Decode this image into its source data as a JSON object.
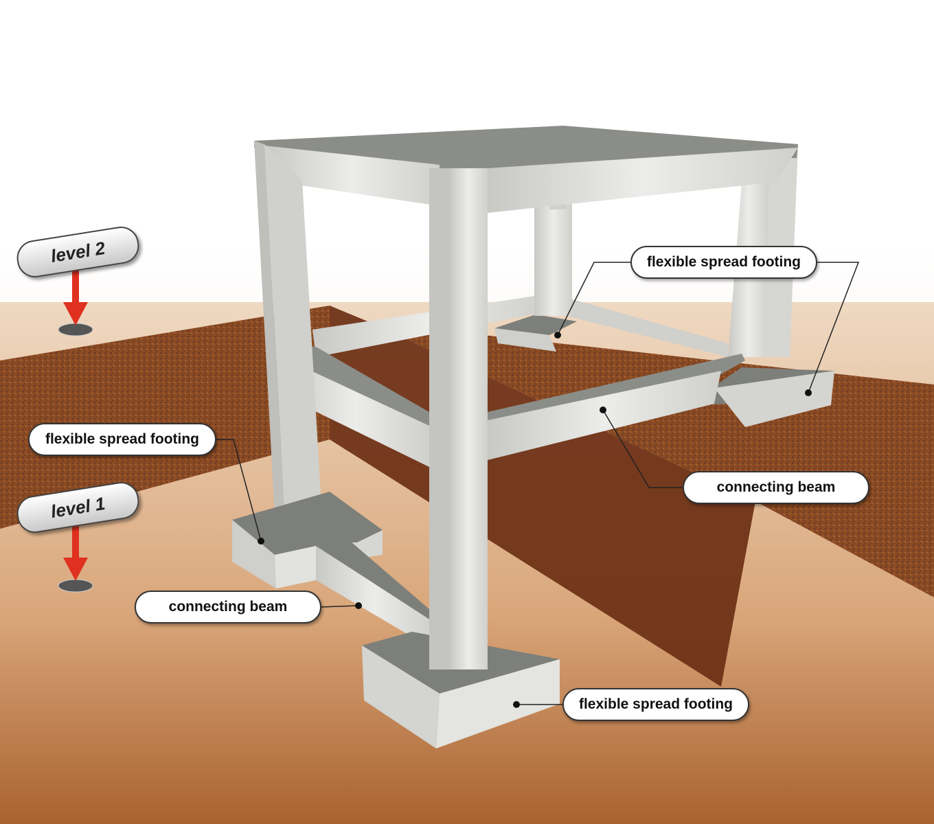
{
  "levels": {
    "level_2": "level 2",
    "level_1": "level 1"
  },
  "labels": {
    "footing_back": "flexible spread footing",
    "footing_left": "flexible spread footing",
    "footing_front": "flexible spread footing",
    "beam_right": "connecting beam",
    "beam_left": "connecting beam"
  },
  "colors": {
    "soil": "#8a4a22",
    "trench_wall": "#6b2f14",
    "floor": "#e6c9a8",
    "concrete": "#d9d9d6",
    "footing_top": "#7d7f7a",
    "arrow": "#e03020"
  }
}
